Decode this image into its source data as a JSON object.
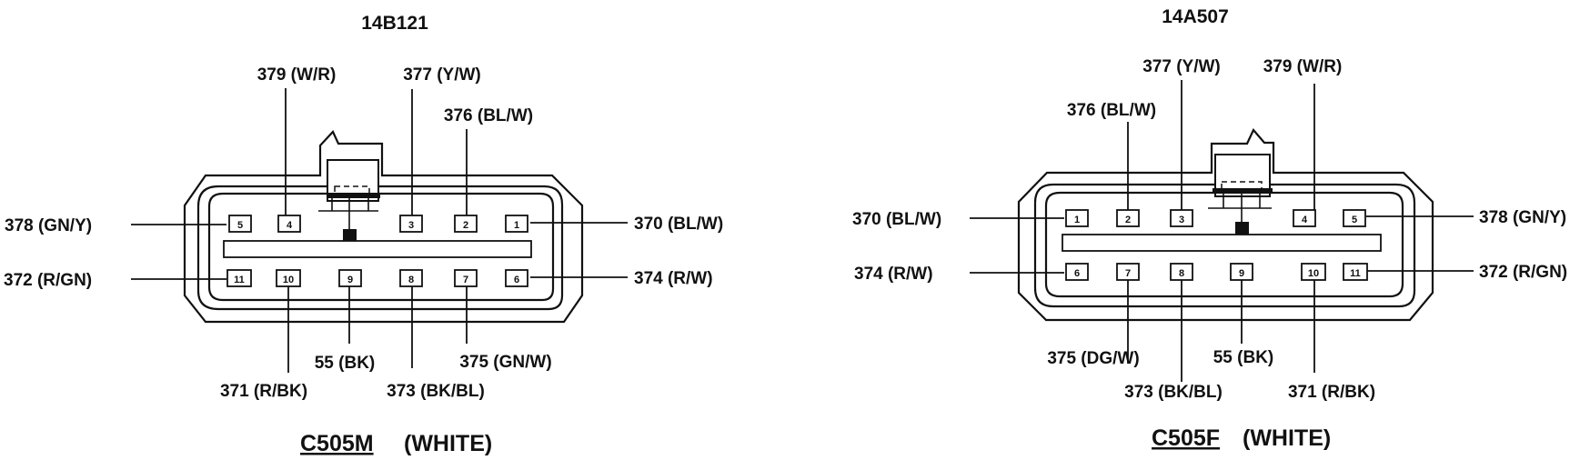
{
  "connectors": [
    {
      "part_number": "14B121",
      "connector_id": "C505M",
      "color_label": "(WHITE)",
      "pins": [
        {
          "pin": "1",
          "circuit": "370 (BL/W)"
        },
        {
          "pin": "2",
          "circuit": "376 (BL/W)"
        },
        {
          "pin": "3",
          "circuit": "377 (Y/W)"
        },
        {
          "pin": "4",
          "circuit": "379 (W/R)"
        },
        {
          "pin": "5",
          "circuit": "378 (GN/Y)"
        },
        {
          "pin": "6",
          "circuit": "374 (R/W)"
        },
        {
          "pin": "7",
          "circuit": "375 (GN/W)"
        },
        {
          "pin": "8",
          "circuit": "373 (BK/BL)"
        },
        {
          "pin": "9",
          "circuit": "55 (BK)"
        },
        {
          "pin": "10",
          "circuit": "371 (R/BK)"
        },
        {
          "pin": "11",
          "circuit": "372 (R/GN)"
        }
      ]
    },
    {
      "part_number": "14A507",
      "connector_id": "C505F",
      "color_label": "(WHITE)",
      "pins": [
        {
          "pin": "1",
          "circuit": "370 (BL/W)"
        },
        {
          "pin": "2",
          "circuit": "376 (BL/W)"
        },
        {
          "pin": "3",
          "circuit": "377 (Y/W)"
        },
        {
          "pin": "4",
          "circuit": "379 (W/R)"
        },
        {
          "pin": "5",
          "circuit": "378 (GN/Y)"
        },
        {
          "pin": "6",
          "circuit": "374 (R/W)"
        },
        {
          "pin": "7",
          "circuit": "375 (DG/W)"
        },
        {
          "pin": "8",
          "circuit": "373 (BK/BL)"
        },
        {
          "pin": "9",
          "circuit": "55 (BK)"
        },
        {
          "pin": "10",
          "circuit": "371 (R/BK)"
        },
        {
          "pin": "11",
          "circuit": "372 (R/GN)"
        }
      ]
    }
  ]
}
